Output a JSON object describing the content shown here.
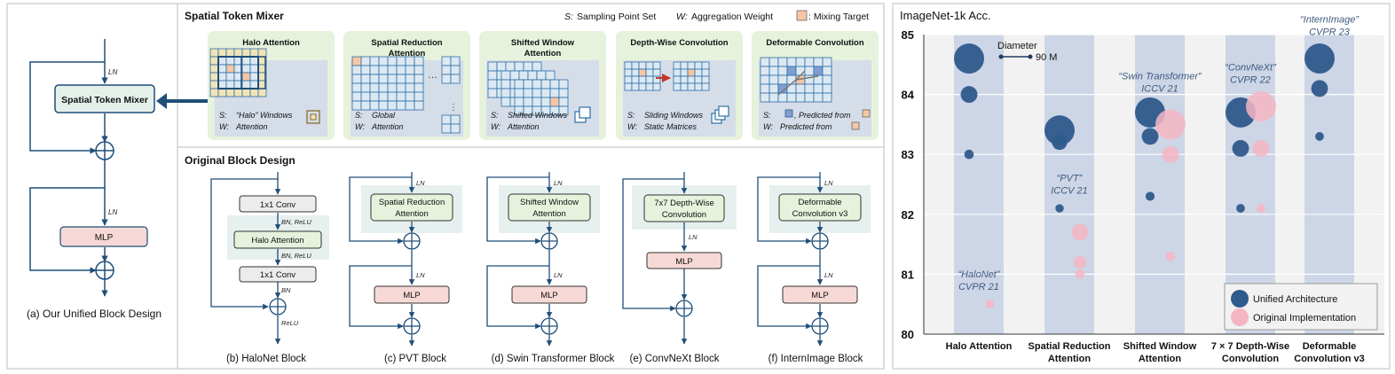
{
  "colors": {
    "navy": "#1f4e79",
    "blue_bubble": "#2e5a8c",
    "pink_bubble": "#f4b6c2",
    "column_band": "#cdd6e6",
    "green_bg": "#e6f2dc",
    "mint_box": "#e5f0ea",
    "pink_box": "#f6d9d6",
    "gray_box": "#ececec",
    "grid_cell": "#dce9f3",
    "orange_cell": "#f6c6a4",
    "olive_cell": "#f0e4b8"
  },
  "panel_a": {
    "mixer_label": "Spatial Token Mixer",
    "mlp_label": "MLP",
    "ln_1": "LN",
    "ln_2": "LN",
    "caption": "(a) Our Unified Block Design"
  },
  "mixer_header": {
    "title": "Spatial Token Mixer",
    "legend_s_key": "S:",
    "legend_s_text": "Sampling Point Set",
    "legend_w_key": "W:",
    "legend_w_text": "Aggregation Weight",
    "legend_mix_text": ": Mixing Target"
  },
  "mixer_cards": [
    {
      "title_lines": [
        "Halo Attention"
      ],
      "s_text": "“Halo” Windows",
      "w_text": "Attention"
    },
    {
      "title_lines": [
        "Spatial Reduction",
        "Attention"
      ],
      "s_text": "Global",
      "w_text": "Attention"
    },
    {
      "title_lines": [
        "Shifted Window",
        "Attention"
      ],
      "s_text": "Shifted Windows",
      "w_text": "Attention"
    },
    {
      "title_lines": [
        "Depth-Wise Convolution"
      ],
      "s_text": "Sliding Windows",
      "w_text": "Static Matrices"
    },
    {
      "title_lines": [
        "Deformable Convolution"
      ],
      "s_text": ", Predicted from",
      "w_text": "Predicted from"
    }
  ],
  "original_section": {
    "title": "Original Block Design",
    "halonet": {
      "conv1": "1x1 Conv",
      "bn_relu_1": "BN, ReLU",
      "attn": "Halo Attention",
      "bn_relu_2": "BN, ReLU",
      "conv2": "1x1 Conv",
      "bn": "BN",
      "relu": "ReLU",
      "caption": "(b) HaloNet Block"
    },
    "blocks": [
      {
        "mixer_lines": [
          "Spatial Reduction",
          "Attention"
        ],
        "ln_top": "LN",
        "ln_mid": "LN",
        "mlp": "MLP",
        "caption": "(c) PVT Block"
      },
      {
        "mixer_lines": [
          "Shifted Window",
          "Attention"
        ],
        "ln_top": "LN",
        "ln_mid": "LN",
        "mlp": "MLP",
        "caption": "(d) Swin Transformer Block"
      },
      {
        "mixer_lines": [
          "Deformable",
          "Convolution v3"
        ],
        "ln_top": "LN",
        "ln_mid": "LN",
        "mlp": "MLP",
        "caption": "(f) InternImage Block"
      }
    ],
    "convnext": {
      "mixer_lines": [
        "7x7 Depth-Wise",
        "Convolution"
      ],
      "ln": "LN",
      "mlp": "MLP",
      "caption": "(e) ConvNeXt Block"
    }
  },
  "chart_data": {
    "type": "scatter",
    "title": "ImageNet-1k Acc.",
    "ylim": [
      80,
      85
    ],
    "yticks": [
      "80",
      "81",
      "82",
      "83",
      "84",
      "85"
    ],
    "categories": [
      "Halo Attention",
      "Spatial Reduction Attention",
      "Shifted Window Attention",
      "7 × 7 Depth-Wise Convolution",
      "Deformable Convolution v3"
    ],
    "category_lines": [
      [
        "Halo Attention"
      ],
      [
        "Spatial Reduction",
        "Attention"
      ],
      [
        "Shifted Window",
        "Attention"
      ],
      [
        "7 × 7 Depth-Wise",
        "Convolution"
      ],
      [
        "Deformable",
        "Convolution v3"
      ]
    ],
    "size_legend": {
      "title": "Diameter",
      "value_label": "90 M"
    },
    "legend": {
      "placement": "bottom-right",
      "entries": [
        "Unified Architecture",
        "Original Implementation"
      ]
    },
    "series": [
      {
        "name": "Unified Architecture",
        "color": "#2e5a8c",
        "points": [
          {
            "cat": 0,
            "y": 84.6,
            "size": 90
          },
          {
            "cat": 0,
            "y": 84.0,
            "size": 50
          },
          {
            "cat": 0,
            "y": 83.0,
            "size": 28
          },
          {
            "cat": 1,
            "y": 83.4,
            "size": 90
          },
          {
            "cat": 1,
            "y": 83.2,
            "size": 45
          },
          {
            "cat": 1,
            "y": 82.1,
            "size": 25
          },
          {
            "cat": 2,
            "y": 83.7,
            "size": 90
          },
          {
            "cat": 2,
            "y": 83.3,
            "size": 50
          },
          {
            "cat": 2,
            "y": 82.3,
            "size": 27
          },
          {
            "cat": 3,
            "y": 83.7,
            "size": 90
          },
          {
            "cat": 3,
            "y": 83.1,
            "size": 50
          },
          {
            "cat": 3,
            "y": 82.1,
            "size": 26
          },
          {
            "cat": 4,
            "y": 84.6,
            "size": 90
          },
          {
            "cat": 4,
            "y": 84.1,
            "size": 50
          },
          {
            "cat": 4,
            "y": 83.3,
            "size": 26
          }
        ]
      },
      {
        "name": "Original Implementation",
        "color": "#f4b6c2",
        "points": [
          {
            "cat": 0,
            "y": 80.5,
            "size": 26
          },
          {
            "cat": 1,
            "y": 81.7,
            "size": 50
          },
          {
            "cat": 1,
            "y": 81.2,
            "size": 38
          },
          {
            "cat": 1,
            "y": 81.0,
            "size": 28
          },
          {
            "cat": 2,
            "y": 83.5,
            "size": 90
          },
          {
            "cat": 2,
            "y": 83.0,
            "size": 50
          },
          {
            "cat": 2,
            "y": 81.3,
            "size": 28
          },
          {
            "cat": 3,
            "y": 83.8,
            "size": 90
          },
          {
            "cat": 3,
            "y": 83.1,
            "size": 50
          },
          {
            "cat": 3,
            "y": 82.1,
            "size": 26
          }
        ]
      }
    ],
    "annotations": [
      {
        "lines": [
          "“HaloNet”",
          "CVPR 21"
        ],
        "cat": 0,
        "y": 80.95
      },
      {
        "lines": [
          "“PVT”",
          "ICCV 21"
        ],
        "cat": 1,
        "y": 82.55
      },
      {
        "lines": [
          "“Swin Transformer”",
          "ICCV 21"
        ],
        "cat": 2,
        "y": 84.25
      },
      {
        "lines": [
          "“ConvNeXt”",
          "CVPR 22"
        ],
        "cat": 3,
        "y": 84.4
      },
      {
        "lines": [
          "“InternImage”",
          "CVPR 23"
        ],
        "cat": 4,
        "y": 85.2
      }
    ]
  }
}
